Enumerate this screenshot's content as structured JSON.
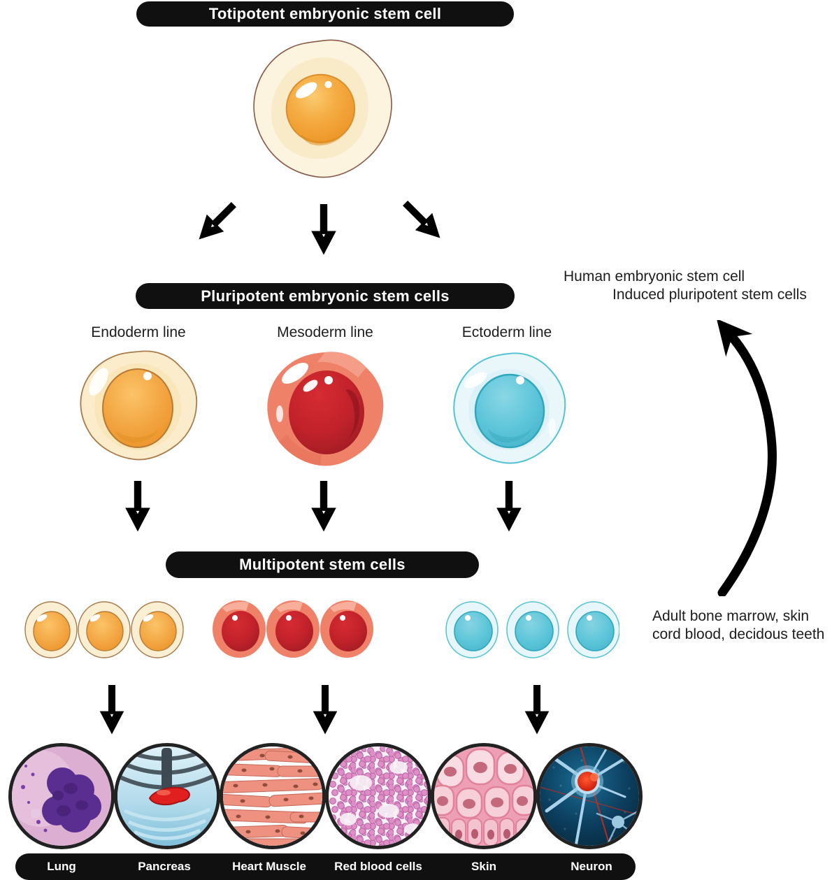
{
  "banners": {
    "totipotent": "Totipotent embryonic stem cell",
    "pluripotent": "Pluripotent embryonic stem cells",
    "multipotent": "Multipotent stem cells"
  },
  "germ_lines": [
    {
      "label": "Endoderm line",
      "color": "#F3A843"
    },
    {
      "label": "Mesoderm line",
      "color": "#C2222B"
    },
    {
      "label": "Ectoderm line",
      "color": "#5FC6DA"
    }
  ],
  "annotations": {
    "reprogramming": [
      "Human embryonic stem cell",
      "Induced pluripotent stem cells"
    ],
    "adult_sources": [
      "Adult bone marrow, skin",
      "cord blood, decidous teeth"
    ]
  },
  "tissues": [
    "Lung",
    "Pancreas",
    "Heart Muscle",
    "Red blood cells",
    "Skin",
    "Neuron"
  ],
  "colors": {
    "banner_bg": "#101010",
    "banner_text": "#FFFFFF",
    "arrow": "#000000",
    "endoderm_cell": "#F3A843",
    "mesoderm_cell": "#C2222B",
    "ectoderm_cell": "#5FC6DA",
    "egg_outer": "#FCF4DF"
  }
}
